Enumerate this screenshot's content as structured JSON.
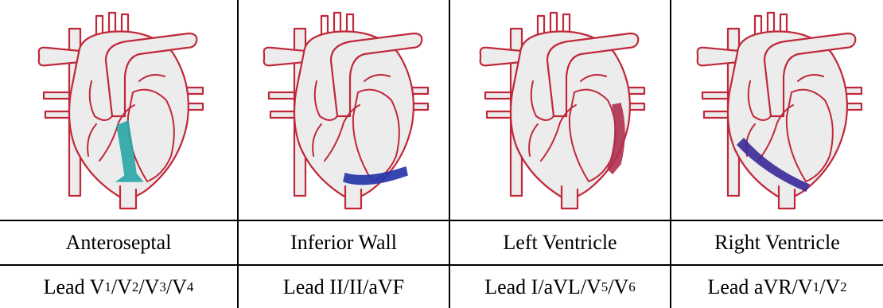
{
  "columns": [
    {
      "name": "Anteroseptal",
      "lead_prefix": "Lead ",
      "lead_parts": [
        {
          "t": "V",
          "sub": "1"
        },
        {
          "t": "/V",
          "sub": "2"
        },
        {
          "t": "/V",
          "sub": "3"
        },
        {
          "t": "/V",
          "sub": "4"
        }
      ],
      "highlight_color": "#2aa7a7",
      "highlight_region": "septum"
    },
    {
      "name": "Inferior Wall",
      "lead_prefix": "Lead II/II/aVF",
      "lead_parts": [],
      "highlight_color": "#2233aa",
      "highlight_region": "inferior"
    },
    {
      "name": "Left Ventricle",
      "lead_prefix": "Lead I/aVL/",
      "lead_parts": [
        {
          "t": "V",
          "sub": "5"
        },
        {
          "t": "/V",
          "sub": "6"
        }
      ],
      "highlight_color": "#b03050",
      "highlight_region": "left-lateral"
    },
    {
      "name": "Right Ventricle",
      "lead_prefix": "Lead aVR/",
      "lead_parts": [
        {
          "t": "V",
          "sub": "1"
        },
        {
          "t": "/V",
          "sub": "2"
        }
      ],
      "highlight_color": "#3a2a9a",
      "highlight_region": "right-inferior"
    }
  ],
  "colors": {
    "outline": "#c0283a",
    "fill": "#ececec",
    "grid": "#000000"
  }
}
